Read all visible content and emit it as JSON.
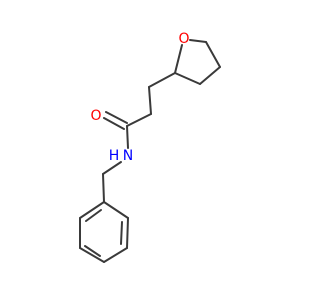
{
  "diagram": {
    "atoms": {
      "oxygen_ring": "O",
      "oxygen_carbonyl": "O",
      "nitrogen": "N",
      "nitrogen_hydrogen": "H"
    },
    "colors": {
      "bond": "#3a3a3a",
      "oxygen": "#ff0000",
      "nitrogen": "#0000ff",
      "background": "#ffffff"
    }
  }
}
